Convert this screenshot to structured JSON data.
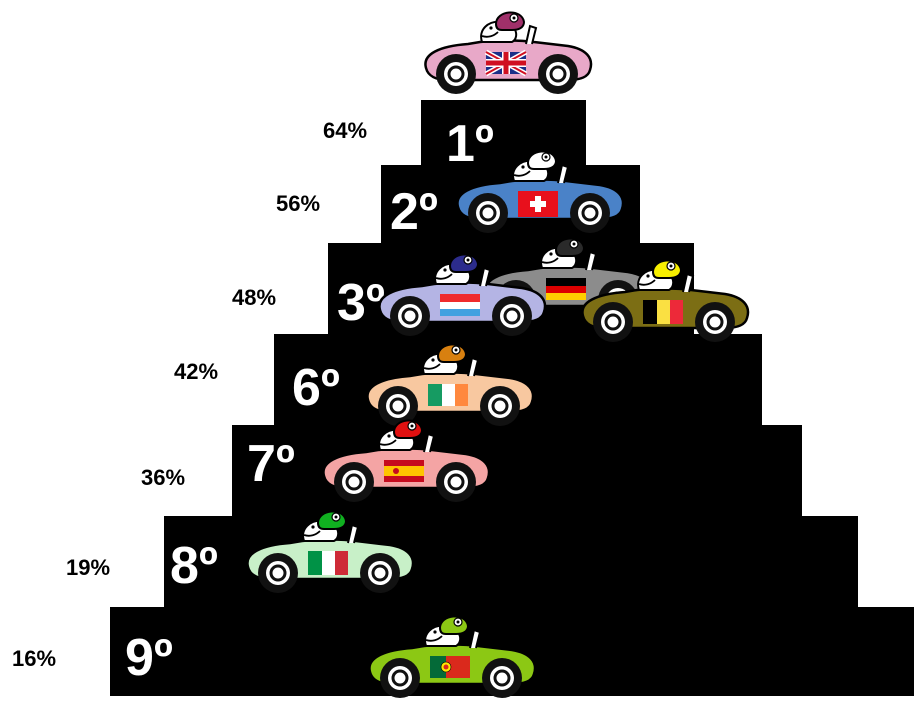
{
  "levels": [
    {
      "rank": "1º",
      "percent": "64%"
    },
    {
      "rank": "2º",
      "percent": "56%"
    },
    {
      "rank": "3º",
      "percent": "48%"
    },
    {
      "rank": "6º",
      "percent": "42%"
    },
    {
      "rank": "7º",
      "percent": "36%"
    },
    {
      "rank": "8º",
      "percent": "19%"
    },
    {
      "rank": "9º",
      "percent": "16%"
    }
  ],
  "cars": [
    {
      "flag": "united-kingdom",
      "body_color": "#e8a8c8",
      "helmet_color": "#a0306a"
    },
    {
      "flag": "switzerland",
      "body_color": "#4a82c8",
      "helmet_color": "#ffffff"
    },
    {
      "flag": "germany",
      "body_color": "#8c8c8c",
      "helmet_color": "#2a2a2a"
    },
    {
      "flag": "luxembourg",
      "body_color": "#b4b4e4",
      "helmet_color": "#2c2c8c"
    },
    {
      "flag": "belgium",
      "body_color": "#7c6e14",
      "helmet_color": "#f8f000"
    },
    {
      "flag": "ireland",
      "body_color": "#f8c8a0",
      "helmet_color": "#d88010"
    },
    {
      "flag": "spain",
      "body_color": "#f4a4a4",
      "helmet_color": "#e01010"
    },
    {
      "flag": "italy",
      "body_color": "#c8f0c8",
      "helmet_color": "#10b020"
    },
    {
      "flag": "portugal",
      "body_color": "#8cc814",
      "helmet_color": "#8cc814"
    }
  ]
}
